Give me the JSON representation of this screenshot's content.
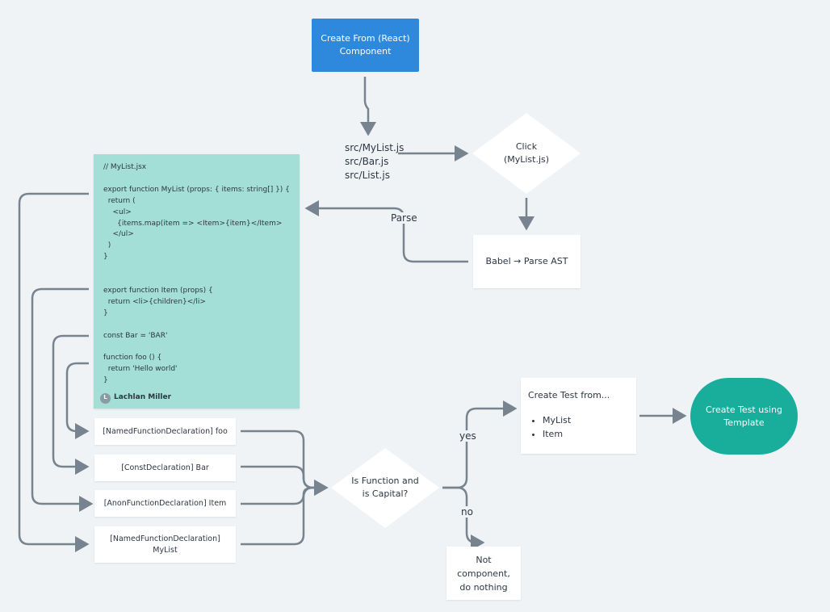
{
  "nodes": {
    "create_from": "Create From (React)\nComponent",
    "files": [
      "src/MyList.js",
      "src/Bar.js",
      "src/List.js"
    ],
    "click": "Click\n(MyList.js)",
    "babel": "Babel → Parse AST",
    "parse_label": "Parse",
    "code": "// MyList.jsx\n\nexport function MyList (props: { items: string[] }) {\n  return (\n    <ul>\n      {items.map(item => <Item>{item}</Item>\n    </ul>\n  )\n}\n\n\nexport function Item (props) {\n  return <li>{children}</li>\n}\n\nconst Bar = 'BAR'\n\nfunction foo () {\n  return 'Hello world'\n}",
    "author": "Lachlan Miller",
    "author_initial": "L",
    "decls": [
      "[NamedFunctionDeclaration] foo",
      "[ConstDeclaration] Bar",
      "[AnonFunctionDeclaration] Item",
      "[NamedFunctionDeclaration]\nMyList"
    ],
    "decision": "Is Function and\nis Capital?",
    "yes": "yes",
    "no": "no",
    "create_test_title": "Create Test from...",
    "create_test_items": [
      "MyList",
      "Item"
    ],
    "terminal": "Create Test using\nTemplate",
    "not_component": "Not\ncomponent,\ndo nothing"
  },
  "colors": {
    "primary": "#2e88dc",
    "note": "#a3dfd7",
    "terminal": "#19ad9b",
    "edge": "#77838f"
  }
}
